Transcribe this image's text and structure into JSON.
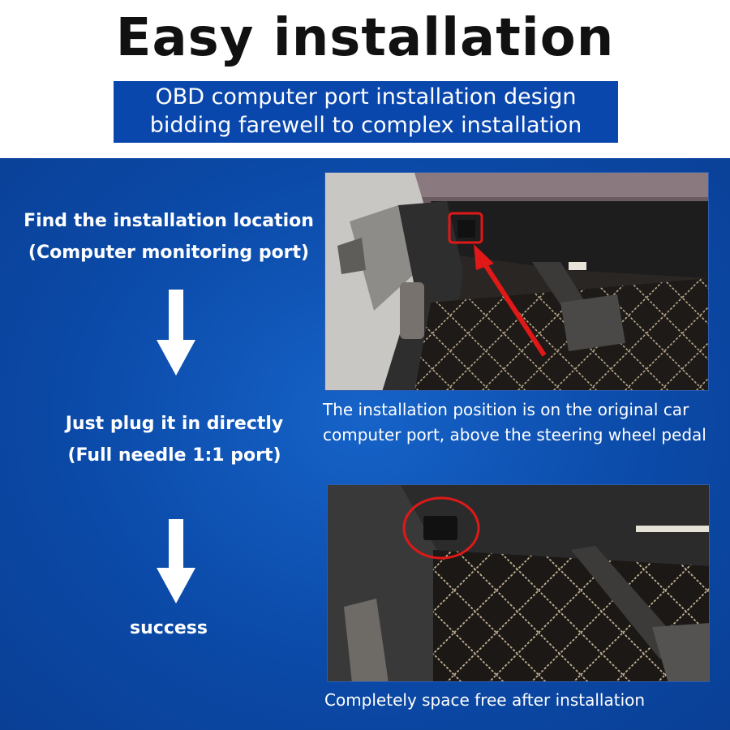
{
  "header": {
    "title": "Easy installation",
    "subtitle_line1": "OBD computer port installation design",
    "subtitle_line2": "bidding farewell to complex installation"
  },
  "steps": [
    {
      "line1": "Find the installation location",
      "line2": "(Computer monitoring port)"
    },
    {
      "line1": "Just plug it in directly",
      "line2": "(Full needle 1:1 port)"
    },
    {
      "line1": "success"
    }
  ],
  "photos": {
    "top_caption_line1": "The installation position is on the original car",
    "top_caption_line2": "computer port, above the steering wheel pedal",
    "bottom_caption": "Completely space free after installation"
  },
  "colors": {
    "title_text": "#111111",
    "subtitle_bg": "#0a47ad",
    "panel_bg": "#0b4aa8",
    "highlight_red": "#e01818",
    "arrow_white": "#ffffff"
  },
  "icons": [
    "down-arrow-icon",
    "red-pointer-arrow-icon",
    "red-highlight-circle-icon"
  ]
}
